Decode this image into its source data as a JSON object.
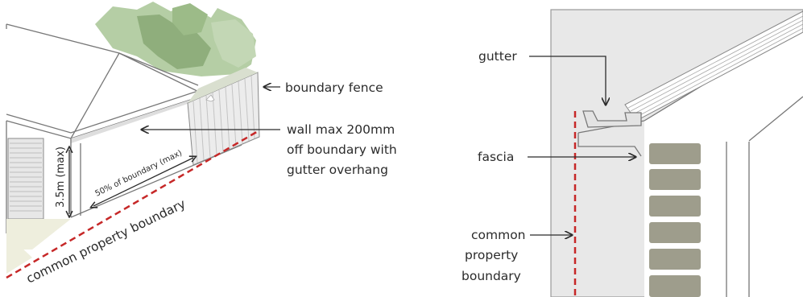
{
  "left_diagram": {
    "labels": {
      "boundary_fence": "boundary fence",
      "wall_line1": "wall max 200mm",
      "wall_line2": "off boundary with",
      "wall_line3": "gutter overhang",
      "height": "3.5m (max)",
      "length": "50% of boundary (max)",
      "common_boundary": "common property boundary"
    }
  },
  "right_diagram": {
    "labels": {
      "gutter": "gutter",
      "fascia": "fascia",
      "common_line1": "common",
      "common_line2": "property",
      "common_line3": "boundary"
    }
  },
  "colors": {
    "boundary_red": "#c62828",
    "tree_green": "#a7c493",
    "tree_dark": "#8aa878",
    "wall_grey": "#e9e9e9",
    "brick": "#9e9d8c",
    "path_beige": "#eeeedd"
  }
}
